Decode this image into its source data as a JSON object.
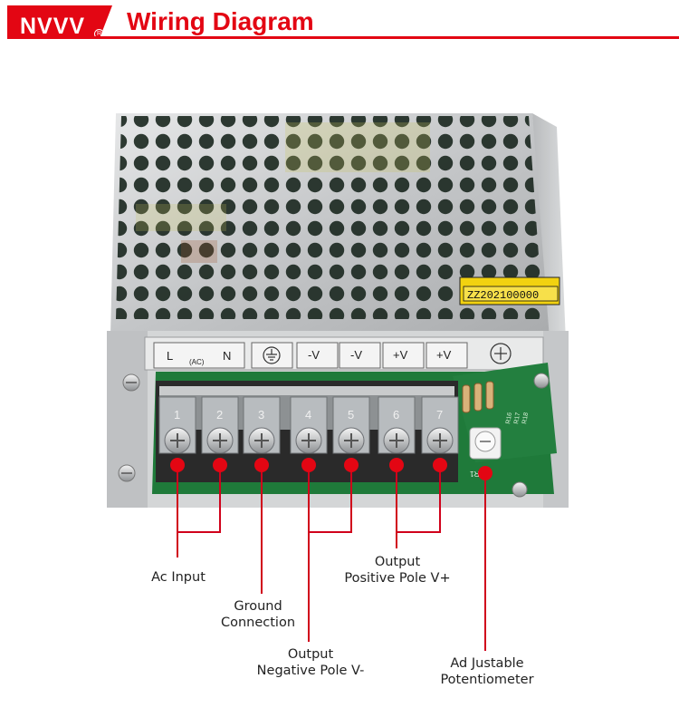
{
  "header": {
    "brand": "NVVV",
    "brand_mark": "R",
    "title": "Wiring Diagram"
  },
  "device": {
    "terminal_labels": [
      "L",
      "N",
      "-V",
      "-V",
      "+V",
      "+V"
    ],
    "ac_label": "(AC)",
    "terminal_numbers": [
      "1",
      "2",
      "3",
      "4",
      "5",
      "6",
      "7"
    ],
    "sticker": "ZZ202100000",
    "pcb_marks": [
      "R16",
      "R17",
      "R18"
    ],
    "svr_mark": "SVR1"
  },
  "labels": {
    "ac_input": [
      "Ac Input"
    ],
    "ground": [
      "Ground",
      "Connection"
    ],
    "output_neg": [
      "Output",
      "Negative Pole V-"
    ],
    "output_pos": [
      "Output",
      "Positive Pole V+"
    ],
    "potentiometer": [
      "Ad Justable",
      "Potentiometer"
    ]
  },
  "colors": {
    "accent": "#e30613",
    "line": "#d0021b",
    "pcb": "#1f7a3a",
    "metal": "#c9cbcc"
  }
}
